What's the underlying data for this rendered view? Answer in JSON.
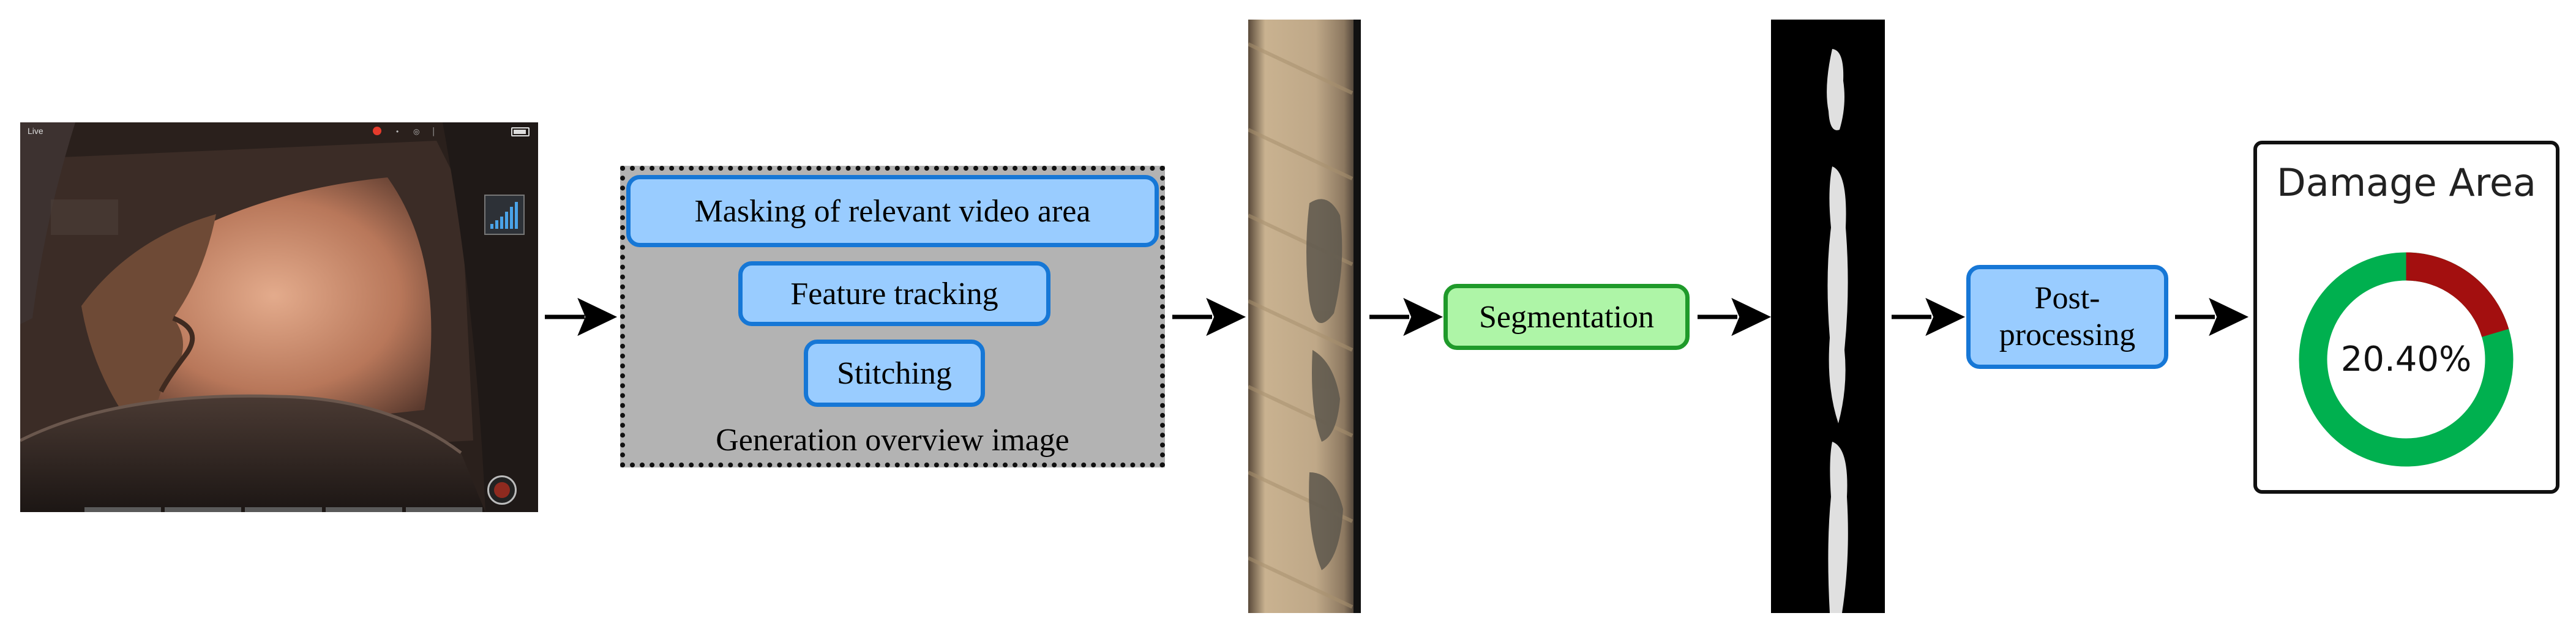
{
  "camera": {
    "live_label": "Live",
    "status_glyphs": [
      "•",
      "◎",
      "│"
    ]
  },
  "overview": {
    "steps": [
      "Masking of relevant video area",
      "Feature tracking",
      "Stitching"
    ],
    "label": "Generation overview image"
  },
  "segmentation": {
    "label": "Segmentation"
  },
  "postprocessing": {
    "label": "Post-\nprocessing"
  },
  "result": {
    "title": "Damage Area",
    "value_text": "20.40%",
    "damage_fraction": 0.204,
    "colors": {
      "damage": "#a30f0f",
      "intact": "#00b04f"
    }
  },
  "colors": {
    "pill_blue_fill": "#99ccff",
    "pill_blue_border": "#1677d6",
    "pill_green_fill": "#aef5a7",
    "pill_green_border": "#1f9a2a"
  }
}
